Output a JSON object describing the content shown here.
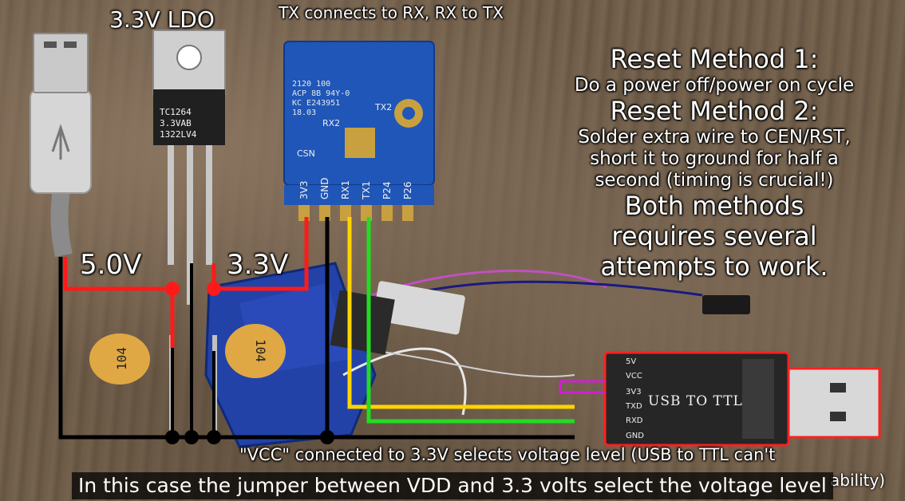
{
  "labels": {
    "ldo_title": "3.3V LDO",
    "tx_note": "TX connects to RX, RX to TX",
    "voltage_5v": "5.0V",
    "voltage_33v": "3.3V"
  },
  "reset_methods": {
    "method1_title": "Reset Method 1:",
    "method1_body": "Do a power off/power on cycle",
    "method2_title": "Reset Method 2:",
    "method2_line1": "Solder extra wire to CEN/RST,",
    "method2_line2": "short it to ground for half a",
    "method2_line3": "second (timing is crucial!)",
    "both_line1": "Both methods",
    "both_line2": "requires several",
    "both_line3": "attempts to work."
  },
  "ldo_chip": {
    "line1": "TC1264",
    "line2": "3.3VAB",
    "line3": "1322LV4"
  },
  "esp_module": {
    "marking1": "2120  100",
    "marking2": "ACP 8B 94Y-0",
    "marking3": "KC E243951",
    "marking4": "18.03",
    "pad_tx2": "TX2",
    "pad_rx2": "RX2",
    "pad_csn": "CSN",
    "pins": [
      "3V3",
      "GND",
      "RX1",
      "TX1",
      "P24",
      "P26"
    ]
  },
  "capacitors": {
    "left_marking": "104",
    "right_marking": "104"
  },
  "usb_ttl": {
    "label": "USB TO TTL",
    "pins": [
      "5V",
      "VCC",
      "3V3",
      "TXD",
      "RXD",
      "GND"
    ]
  },
  "notes": {
    "vcc_note": "\"VCC\" connected to 3.3V selects voltage level (USB to TTL can't",
    "vcc_note_tail": "ability)"
  },
  "caption": "In this case the jumper between VDD and 3.3 volts select the voltage level",
  "colors": {
    "wire_5v": "#ff1a1a",
    "wire_gnd": "#000000",
    "wire_rx": "#ffd400",
    "wire_tx": "#22dd22",
    "jumper": "#d21fd2",
    "pcb_blue": "#1f56b8"
  }
}
